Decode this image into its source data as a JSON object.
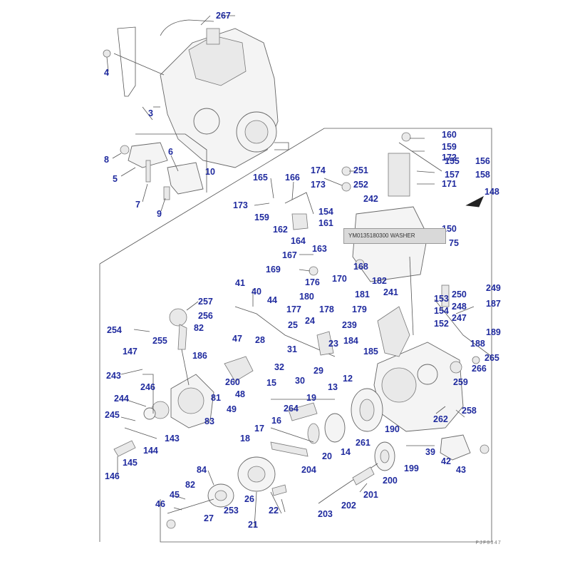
{
  "tooltip": {
    "text": "YM0135180300 WASHER"
  },
  "drawing_code": "PJF0347",
  "callouts": [
    {
      "text": "267",
      "id": "267"
    },
    {
      "text": "4",
      "id": "4"
    },
    {
      "text": "3",
      "id": "3"
    },
    {
      "text": "8",
      "id": "8"
    },
    {
      "text": "6",
      "id": "6"
    },
    {
      "text": "5",
      "id": "5"
    },
    {
      "text": "10",
      "id": "10"
    },
    {
      "text": "7",
      "id": "7"
    },
    {
      "text": "9",
      "id": "9"
    },
    {
      "text": "160",
      "id": "160"
    },
    {
      "text": "159",
      "id": "159a"
    },
    {
      "text": "172",
      "id": "172"
    },
    {
      "text": "155",
      "id": "155"
    },
    {
      "text": "156",
      "id": "156"
    },
    {
      "text": "157",
      "id": "157"
    },
    {
      "text": "158",
      "id": "158"
    },
    {
      "text": "174",
      "id": "174"
    },
    {
      "text": "251",
      "id": "251"
    },
    {
      "text": "173",
      "id": "173a"
    },
    {
      "text": "252",
      "id": "252"
    },
    {
      "text": "171",
      "id": "171"
    },
    {
      "text": "242",
      "id": "242"
    },
    {
      "text": "148",
      "id": "148"
    },
    {
      "text": "165",
      "id": "165"
    },
    {
      "text": "166",
      "id": "166"
    },
    {
      "text": "173",
      "id": "173b"
    },
    {
      "text": "159",
      "id": "159b"
    },
    {
      "text": "154",
      "id": "154a"
    },
    {
      "text": "162",
      "id": "162"
    },
    {
      "text": "161",
      "id": "161"
    },
    {
      "text": "150",
      "id": "150"
    },
    {
      "text": "75",
      "id": "75"
    },
    {
      "text": "164",
      "id": "164"
    },
    {
      "text": "163",
      "id": "163"
    },
    {
      "text": "167",
      "id": "167"
    },
    {
      "text": "169",
      "id": "169"
    },
    {
      "text": "168",
      "id": "168"
    },
    {
      "text": "170",
      "id": "170"
    },
    {
      "text": "176",
      "id": "176"
    },
    {
      "text": "182",
      "id": "182"
    },
    {
      "text": "41",
      "id": "41"
    },
    {
      "text": "40",
      "id": "40"
    },
    {
      "text": "180",
      "id": "180"
    },
    {
      "text": "181",
      "id": "181"
    },
    {
      "text": "241",
      "id": "241"
    },
    {
      "text": "153",
      "id": "153"
    },
    {
      "text": "250",
      "id": "250"
    },
    {
      "text": "249",
      "id": "249"
    },
    {
      "text": "257",
      "id": "257"
    },
    {
      "text": "44",
      "id": "44"
    },
    {
      "text": "177",
      "id": "177"
    },
    {
      "text": "178",
      "id": "178"
    },
    {
      "text": "179",
      "id": "179"
    },
    {
      "text": "154",
      "id": "154b"
    },
    {
      "text": "248",
      "id": "248"
    },
    {
      "text": "187",
      "id": "187"
    },
    {
      "text": "256",
      "id": "256"
    },
    {
      "text": "247",
      "id": "247"
    },
    {
      "text": "82",
      "id": "82a"
    },
    {
      "text": "152",
      "id": "152"
    },
    {
      "text": "254",
      "id": "254"
    },
    {
      "text": "25",
      "id": "25"
    },
    {
      "text": "24",
      "id": "24"
    },
    {
      "text": "239",
      "id": "239"
    },
    {
      "text": "189",
      "id": "189"
    },
    {
      "text": "255",
      "id": "255"
    },
    {
      "text": "47",
      "id": "47"
    },
    {
      "text": "28",
      "id": "28"
    },
    {
      "text": "23",
      "id": "23"
    },
    {
      "text": "184",
      "id": "184"
    },
    {
      "text": "188",
      "id": "188"
    },
    {
      "text": "147",
      "id": "147"
    },
    {
      "text": "186",
      "id": "186"
    },
    {
      "text": "31",
      "id": "31"
    },
    {
      "text": "185",
      "id": "185"
    },
    {
      "text": "265",
      "id": "265"
    },
    {
      "text": "32",
      "id": "32"
    },
    {
      "text": "266",
      "id": "266"
    },
    {
      "text": "243",
      "id": "243"
    },
    {
      "text": "260",
      "id": "260"
    },
    {
      "text": "30",
      "id": "30"
    },
    {
      "text": "29",
      "id": "29"
    },
    {
      "text": "12",
      "id": "12"
    },
    {
      "text": "15",
      "id": "15"
    },
    {
      "text": "246",
      "id": "246"
    },
    {
      "text": "48",
      "id": "48"
    },
    {
      "text": "259",
      "id": "259"
    },
    {
      "text": "244",
      "id": "244"
    },
    {
      "text": "81",
      "id": "81"
    },
    {
      "text": "13",
      "id": "13"
    },
    {
      "text": "49",
      "id": "49"
    },
    {
      "text": "264",
      "id": "264"
    },
    {
      "text": "19",
      "id": "19"
    },
    {
      "text": "258",
      "id": "258"
    },
    {
      "text": "245",
      "id": "245"
    },
    {
      "text": "83",
      "id": "83"
    },
    {
      "text": "262",
      "id": "262"
    },
    {
      "text": "17",
      "id": "17"
    },
    {
      "text": "16",
      "id": "16"
    },
    {
      "text": "190",
      "id": "190"
    },
    {
      "text": "143",
      "id": "143"
    },
    {
      "text": "18",
      "id": "18"
    },
    {
      "text": "261",
      "id": "261"
    },
    {
      "text": "144",
      "id": "144"
    },
    {
      "text": "39",
      "id": "39"
    },
    {
      "text": "20",
      "id": "20"
    },
    {
      "text": "14",
      "id": "14"
    },
    {
      "text": "42",
      "id": "42"
    },
    {
      "text": "145",
      "id": "145"
    },
    {
      "text": "199",
      "id": "199"
    },
    {
      "text": "43",
      "id": "43"
    },
    {
      "text": "146",
      "id": "146"
    },
    {
      "text": "84",
      "id": "84"
    },
    {
      "text": "204",
      "id": "204"
    },
    {
      "text": "200",
      "id": "200"
    },
    {
      "text": "82",
      "id": "82b"
    },
    {
      "text": "45",
      "id": "45"
    },
    {
      "text": "26",
      "id": "26"
    },
    {
      "text": "201",
      "id": "201"
    },
    {
      "text": "46",
      "id": "46"
    },
    {
      "text": "253",
      "id": "253"
    },
    {
      "text": "22",
      "id": "22"
    },
    {
      "text": "202",
      "id": "202"
    },
    {
      "text": "27",
      "id": "27"
    },
    {
      "text": "203",
      "id": "203"
    },
    {
      "text": "21",
      "id": "21"
    }
  ]
}
